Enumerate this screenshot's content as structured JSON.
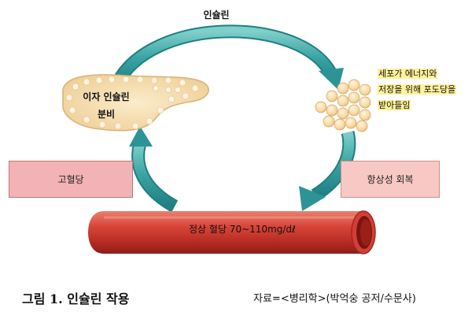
{
  "diagram": {
    "top_arrow_label": "인슐린",
    "pancreas_label_line1": "이자 인슐린",
    "pancreas_label_line2": "분비",
    "cell_text": [
      "세포가 에너지와",
      "저장을 위해 포도당을",
      "받아들임"
    ],
    "left_box_label": "고혈당",
    "right_box_label": "항상성 회복",
    "vessel_label": "정상 혈당 70~110mg/dℓ"
  },
  "caption": {
    "title": "그림 1. 인슐린 작용",
    "source": "자료=<병리학>(박억숭 공저/수문사)"
  },
  "colors": {
    "arrow_teal": "#3aa3a3",
    "vessel_red": "#c8332a",
    "pancreas_fill": "#f6dfb6",
    "high_box": "#f3b2b5",
    "normal_box": "#f8c8c4",
    "highlight": "#fff29a"
  }
}
